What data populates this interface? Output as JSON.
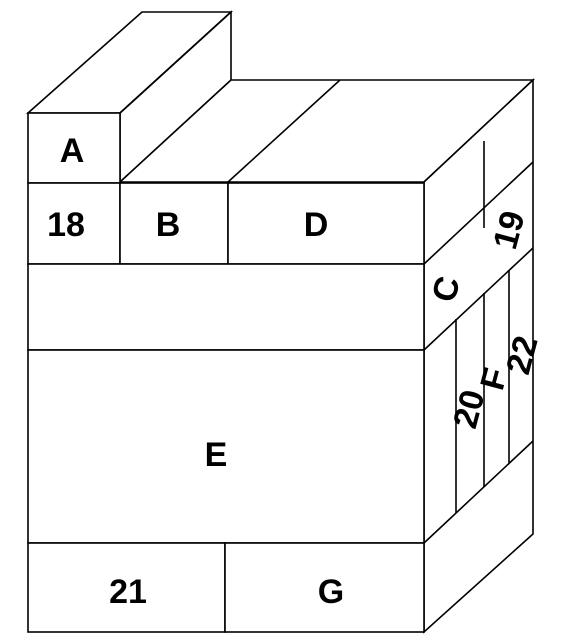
{
  "labels": {
    "A": "A",
    "n18": "18",
    "B": "B",
    "D": "D",
    "C": "C",
    "n19": "19",
    "E": "E",
    "n20": "20",
    "F": "F",
    "n22": "22",
    "n21": "21",
    "G": "G"
  }
}
